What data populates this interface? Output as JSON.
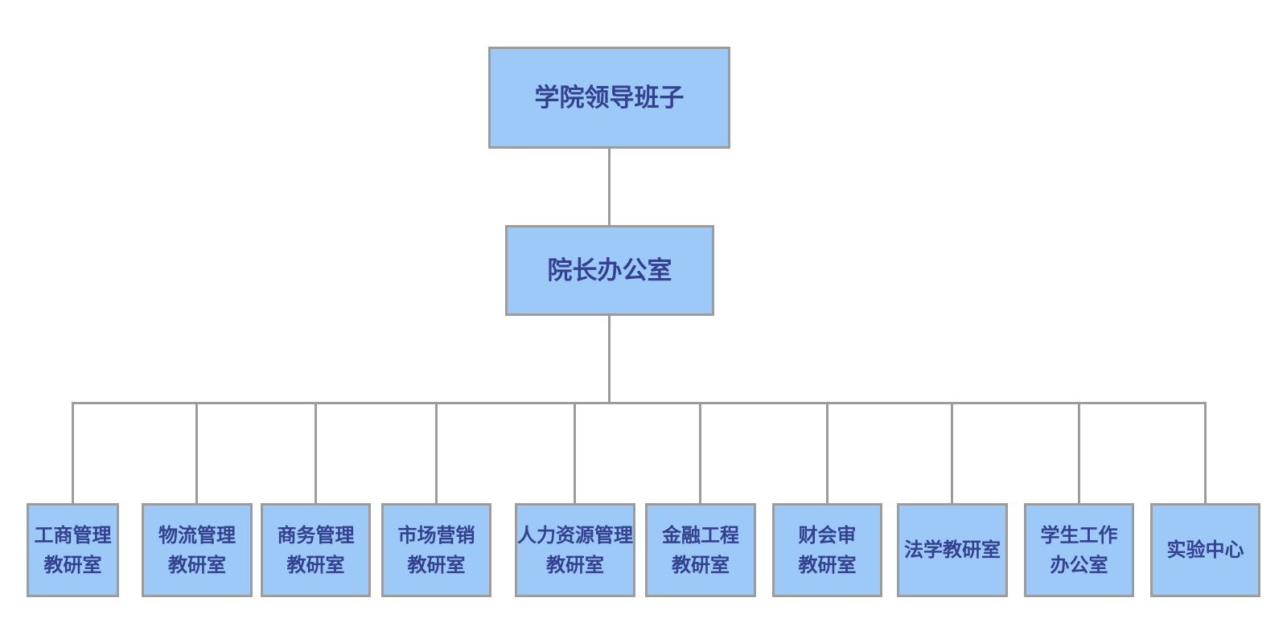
{
  "org_chart": {
    "colors": {
      "node_fill": "#9dc9f8",
      "node_border": "#9c9c9c",
      "connector": "#9c9c9c",
      "text": "#33418f",
      "background": "#ffffff"
    },
    "root": {
      "label": "学院领导班子"
    },
    "secondary": {
      "label": "院长办公室"
    },
    "departments": [
      {
        "label": "工商管理\n教研室"
      },
      {
        "label": "物流管理\n教研室"
      },
      {
        "label": "商务管理\n教研室"
      },
      {
        "label": "市场营销\n教研室"
      },
      {
        "label": "人力资源管理\n教研室"
      },
      {
        "label": "金融工程\n教研室"
      },
      {
        "label": "财会审\n教研室"
      },
      {
        "label": "法学教研室"
      },
      {
        "label": "学生工作\n办公室"
      },
      {
        "label": "实验中心"
      }
    ]
  }
}
